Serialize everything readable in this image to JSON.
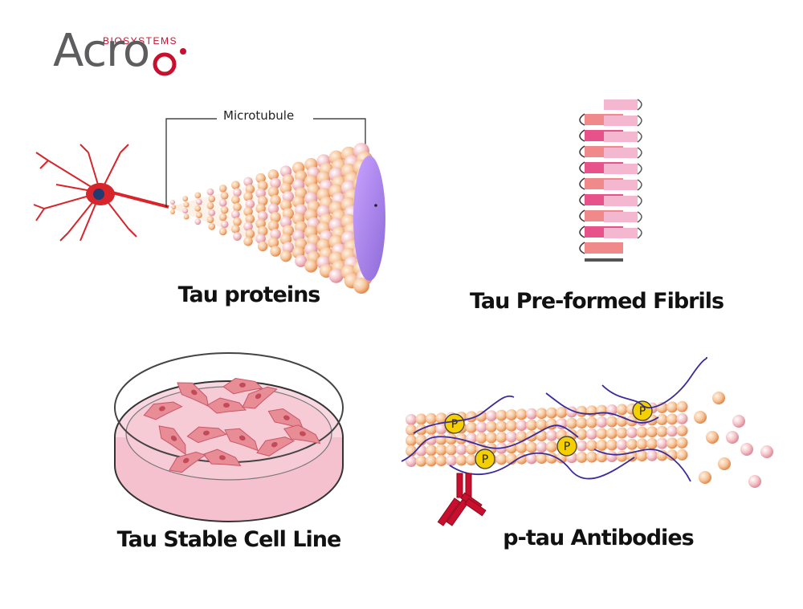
{
  "logo": {
    "text": "Acro",
    "subtitle": "BIOSYSTEMS",
    "brand_color": "#c8102e",
    "gray": "#5d5d5f"
  },
  "panels": [
    {
      "id": "tau-proteins",
      "caption": "Tau proteins",
      "callout": "Microtubule"
    },
    {
      "id": "tau-pff",
      "caption": "Tau Pre-formed Fibrils"
    },
    {
      "id": "tau-cell-line",
      "caption": "Tau Stable Cell Line"
    },
    {
      "id": "p-tau-antibodies",
      "caption": "p-tau Antibodies",
      "phospho_label": "P"
    }
  ],
  "colors": {
    "neuron": "#d6262b",
    "bead_light": "#f8dcc8",
    "bead_dark": "#f0a070",
    "microtubule_lumen": "#a98ff0",
    "fibril_pink": "#e8528a",
    "dish_fill": "#f7c9d6",
    "antibody": "#c8102e",
    "phospho": "#f5d000"
  }
}
